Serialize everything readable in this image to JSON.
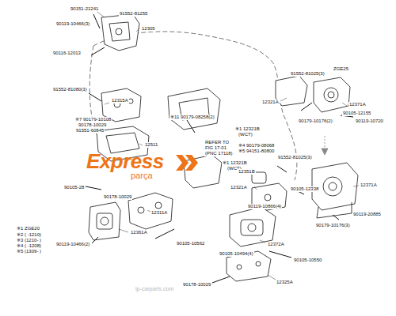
{
  "diagram": {
    "labels": [
      "90151-21241",
      "91552-81255",
      "90119-10466(3)",
      "12305",
      "90116-12013",
      "91552-81080(3)",
      "12315A",
      "※7 90179-10108",
      "90178-10029",
      "91551-60845",
      "12511",
      "※11 90179-08258(2)",
      "※1 12321B",
      "(WCT)",
      "REFER TO",
      "FIG 17-01",
      "(PNC 17118)",
      "※1 12321B",
      "(WCT)",
      "ZGE25",
      "91552-81025(3)",
      "12321A",
      "12371A",
      "90105-12155",
      "90179-10176(2)",
      "90119-10720",
      "※4 90179-08068",
      "※5 94151-80800",
      "91552-81025(3)",
      "12351B",
      "90105-12338",
      "12321A",
      "12371A",
      "90119-20885",
      "90179-10176(3)",
      "90119-10866(4)",
      "12372A",
      "90105-10494(4)",
      "90105-10550",
      "90178-10029",
      "12325A",
      "90105-28",
      "90178-10029",
      "12311A",
      "12361A",
      "90119-10466(2)",
      "90105-10562",
      "※1 ZGE20",
      "※2 ( -1210)",
      "※3 (1210- )",
      "※4 ( -1208)",
      "※5 (1309- )",
      "Express",
      "parça",
      "ip-carparts.com"
    ]
  }
}
